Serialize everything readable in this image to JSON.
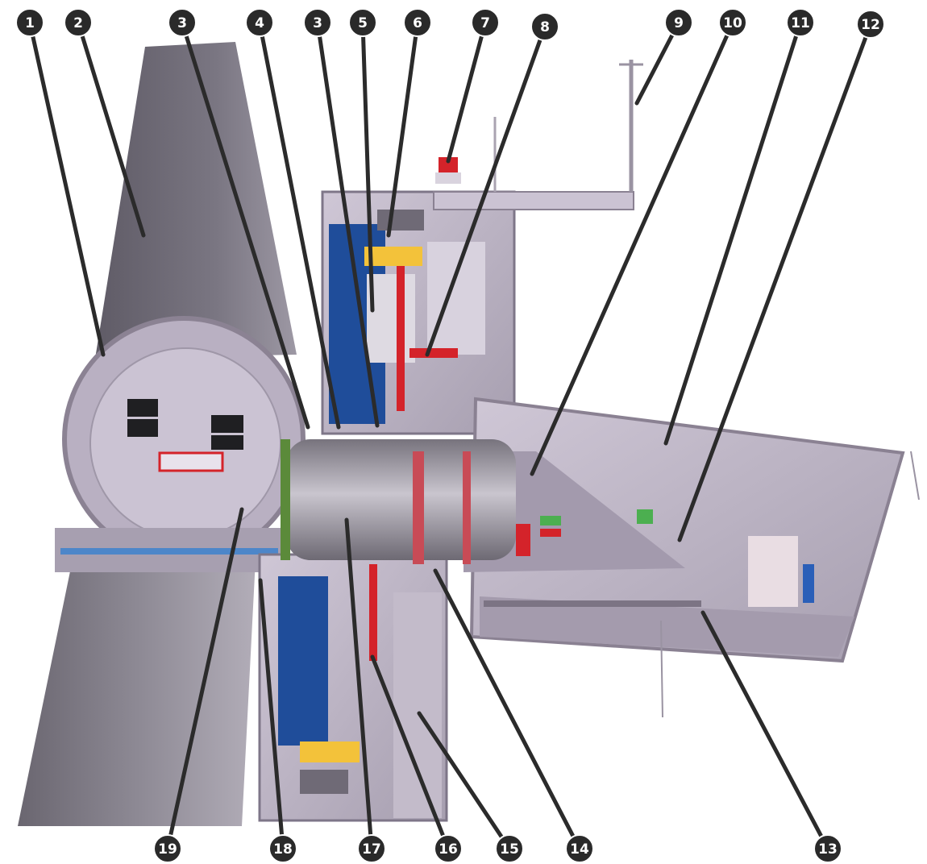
{
  "colors": {
    "badge": "#2a2a2a",
    "leader": "#2b2b2b",
    "housing": "#bdb4c4",
    "housing_dark": "#8e8597",
    "blade": "#6e6b74",
    "blue_frame": "#1f4d9a",
    "red_part": "#d4232a",
    "yellow_part": "#f3c23a",
    "green_part": "#4caf50"
  },
  "callouts": [
    {
      "label": "1"
    },
    {
      "label": "2"
    },
    {
      "label": "3"
    },
    {
      "label": "4"
    },
    {
      "label": "3"
    },
    {
      "label": "5"
    },
    {
      "label": "6"
    },
    {
      "label": "7"
    },
    {
      "label": "8"
    },
    {
      "label": "9"
    },
    {
      "label": "10"
    },
    {
      "label": "11"
    },
    {
      "label": "12"
    },
    {
      "label": "13"
    },
    {
      "label": "14"
    },
    {
      "label": "15"
    },
    {
      "label": "16"
    },
    {
      "label": "17"
    },
    {
      "label": "18"
    },
    {
      "label": "19"
    }
  ]
}
